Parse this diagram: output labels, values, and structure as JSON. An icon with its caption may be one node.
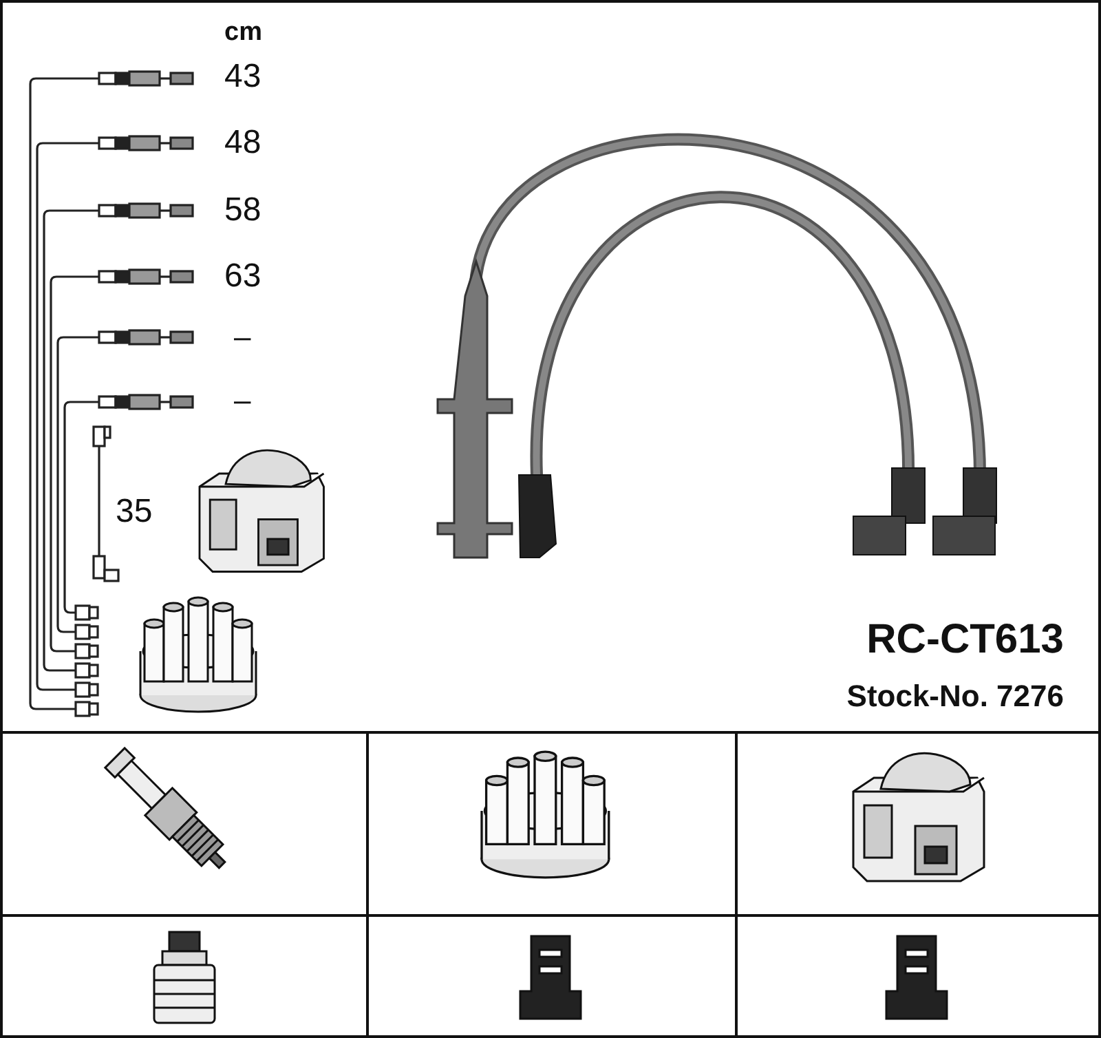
{
  "diagram": {
    "labels": [
      "cm",
      "43",
      "48",
      "58",
      "63",
      "–",
      "–",
      "35",
      "RC-CT613",
      "Stock-No. 7276"
    ]
  }
}
